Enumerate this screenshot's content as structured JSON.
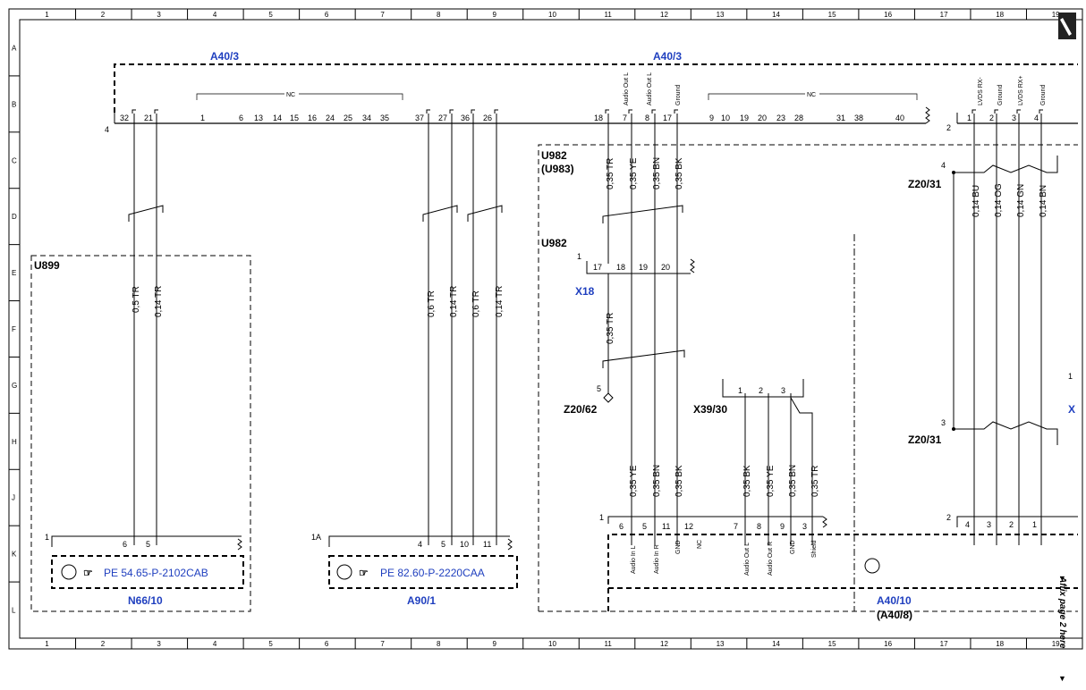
{
  "grid": {
    "cols": [
      "1",
      "2",
      "3",
      "4",
      "5",
      "6",
      "7",
      "8",
      "9",
      "10",
      "11",
      "12",
      "13",
      "14",
      "15",
      "16",
      "17",
      "18",
      "19"
    ],
    "rows": [
      "A",
      "B",
      "C",
      "D",
      "E",
      "F",
      "G",
      "H",
      "J",
      "K",
      "L"
    ]
  },
  "components": {
    "a40_3_left": "A40/3",
    "a40_3_right": "A40/3",
    "u899": "U899",
    "u982_top": "U982",
    "u983": "(U983)",
    "u982_mid": "U982",
    "x18": "X18",
    "z20_62": "Z20/62",
    "x39_30": "X39/30",
    "z20_31_top": "Z20/31",
    "z20_31_bottom": "Z20/31",
    "n66_10": "N66/10",
    "a90_1": "A90/1",
    "a40_10": "A40/10",
    "a40_8": "(A40/8)",
    "x_cut": "X"
  },
  "connector_numbers": {
    "a40_left": "4",
    "a40_right": "2",
    "z20_31_top": "4",
    "z20_31_bottom": "3",
    "x18": "1",
    "z20_62": "5",
    "n66": "1",
    "a90": "1A",
    "a40_10": "1",
    "right_bottom": "2",
    "right_cut": "1"
  },
  "pins": {
    "a40_main": [
      "32",
      "21",
      "1",
      "6",
      "13",
      "14",
      "15",
      "16",
      "24",
      "25",
      "34",
      "35",
      "37",
      "27",
      "36",
      "26",
      "18",
      "7",
      "8",
      "17",
      "9",
      "10",
      "19",
      "20",
      "23",
      "28",
      "31",
      "38",
      "40"
    ],
    "a40_right": [
      "1",
      "2",
      "3",
      "4"
    ],
    "x18": [
      "17",
      "18",
      "19",
      "20"
    ],
    "x39": [
      "1",
      "2",
      "3"
    ],
    "n66": [
      "6",
      "5"
    ],
    "a90": [
      "4",
      "5",
      "10",
      "11"
    ],
    "a40_10": [
      "6",
      "5",
      "11",
      "12",
      "7",
      "8",
      "9",
      "3"
    ],
    "right_bottom": [
      "4",
      "3",
      "2",
      "1"
    ]
  },
  "nc_label": "NC",
  "pin_labels_top": [
    "Audio Out L",
    "Audio Out L",
    "Ground"
  ],
  "pin_labels_right": [
    "LVDS RX-",
    "Ground",
    "LVDS RX+",
    "Ground"
  ],
  "pin_labels_a40_10": [
    "Audio In L",
    "Audio In R",
    "GND",
    "NC",
    "Audio Out L",
    "Audio Out R",
    "GND",
    "Shield"
  ],
  "wires": {
    "a40_audio": [
      "0,35 TR",
      "0,35 YE",
      "0,35 BN",
      "0,35 BK"
    ],
    "x18_tr": "0,35 TR",
    "right_top": [
      "0,14 BU",
      "0,14 OG",
      "0,14 GN",
      "0,14 BN"
    ],
    "u899": [
      "0,5 TR",
      "0,14 TR"
    ],
    "a90": [
      "0,6 TR",
      "0,14 TR",
      "0,6 TR",
      "0,14 TR"
    ],
    "bottom_left": [
      "0,35 YE",
      "0,35 BN",
      "0,35 BK"
    ],
    "bottom_x39": [
      "0,35 BK",
      "0,35 YE",
      "0,35 BN",
      "0,35 TR"
    ]
  },
  "part_numbers": {
    "n66": "PE 54.65-P-2102CAB",
    "a90": "PE 82.60-P-2220CAA"
  },
  "affix_note": "Affix page 2 here"
}
